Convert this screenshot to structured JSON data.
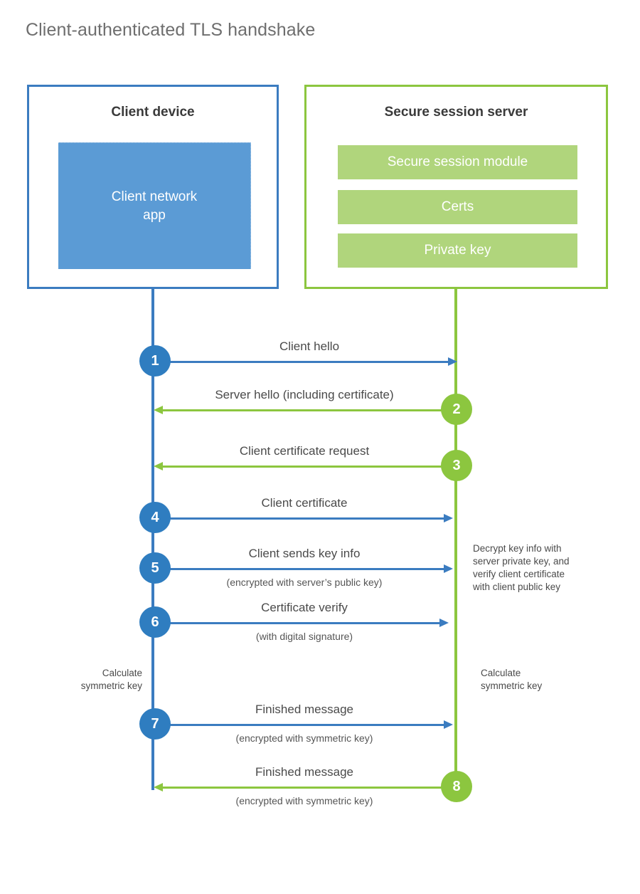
{
  "title": "Client-authenticated TLS handshake",
  "colors": {
    "client_blue": "#3b7cc0",
    "client_badge_blue": "#2f7dc0",
    "client_app_fill": "#5b9bd5",
    "server_green": "#8cc63f",
    "server_bar_fill": "#b0d57c",
    "title_gray": "#6e6e6e",
    "label_gray": "#4a4a4a",
    "background": "#ffffff"
  },
  "client": {
    "title": "Client device",
    "app_label": "Client network\napp"
  },
  "server": {
    "title": "Secure session server",
    "bars": [
      {
        "label": "Secure session module"
      },
      {
        "label": "Certs"
      },
      {
        "label": "Private key"
      }
    ]
  },
  "messages": [
    {
      "number": "1",
      "label": "Client hello",
      "sublabel": "",
      "direction": "client-to-server",
      "color": "blue"
    },
    {
      "number": "2",
      "label": "Server hello (including certificate)",
      "sublabel": "",
      "direction": "server-to-client",
      "color": "green"
    },
    {
      "number": "3",
      "label": "Client certificate request",
      "sublabel": "",
      "direction": "server-to-client",
      "color": "green"
    },
    {
      "number": "4",
      "label": "Client certificate",
      "sublabel": "",
      "direction": "client-to-server",
      "color": "blue"
    },
    {
      "number": "5",
      "label": "Client sends key info",
      "sublabel": "(encrypted with server’s public key)",
      "direction": "client-to-server",
      "color": "blue"
    },
    {
      "number": "6",
      "label": "Certificate verify",
      "sublabel": "(with digital signature)",
      "direction": "client-to-server",
      "color": "blue"
    },
    {
      "number": "7",
      "label": "Finished message",
      "sublabel": "(encrypted with symmetric key)",
      "direction": "client-to-server",
      "color": "blue"
    },
    {
      "number": "8",
      "label": "Finished message",
      "sublabel": "(encrypted with symmetric key)",
      "direction": "server-to-client",
      "color": "green"
    }
  ],
  "annotations": {
    "decrypt_note": "Decrypt key info with\nserver private key, and\nverify client certificate\nwith client public key",
    "calculate_symmetric_key_client": "Calculate\nsymmetric key",
    "calculate_symmetric_key_server": "Calculate\nsymmetric key"
  }
}
